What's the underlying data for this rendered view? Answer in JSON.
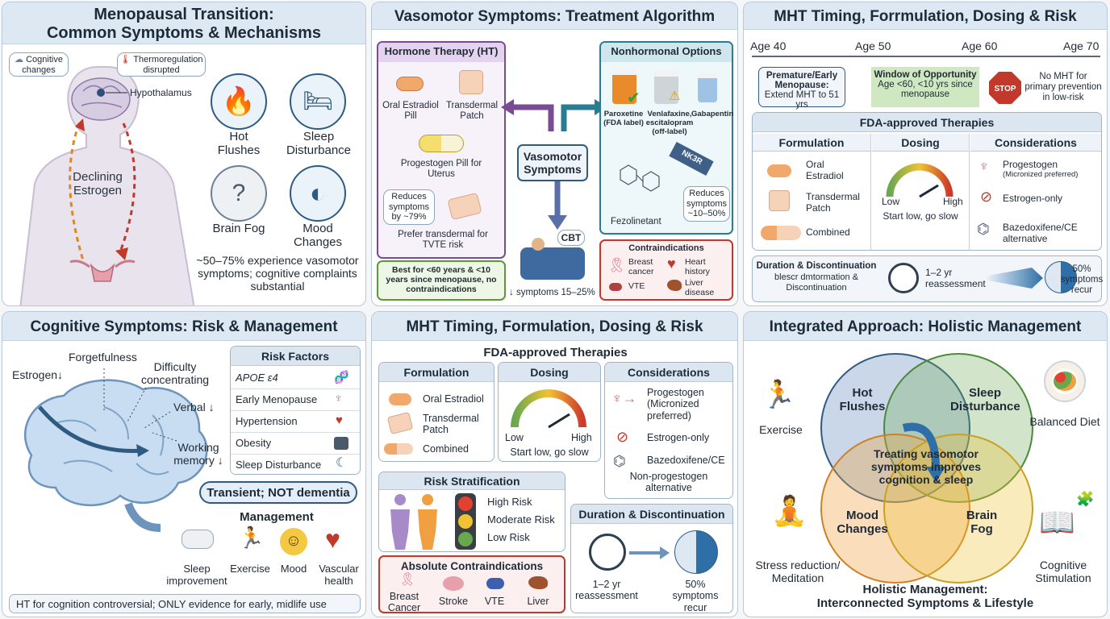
{
  "p1": {
    "title_l1": "Menopausal Transition:",
    "title_l2": "Common Symptoms & Mechanisms",
    "cog_bubble": "Cognitive changes",
    "thermo_bubble": "Thermoregulation disrupted",
    "hypothalamus": "Hypothalamus",
    "declining": "Declining Estrogen",
    "hot": "Hot Flushes",
    "sleep": "Sleep Disturbance",
    "fog": "Brain Fog",
    "mood": "Mood Changes",
    "note": "~50–75% experience vasomotor symptoms; cognitive complaints substantial"
  },
  "p2": {
    "title": "Vasomotor Symptoms: Treatment Algorithm",
    "ht_title": "Hormone Therapy (HT)",
    "oral": "Oral Estradiol Pill",
    "patch": "Transdermal Patch",
    "prog": "Progestogen Pill for Uterus",
    "reduces79": "Reduces symptoms by ~79%",
    "prefer": "Prefer transdermal for TVTE risk",
    "best": "Best for <60 years & <10 years since menopause, no contraindications",
    "center": "Vasomotor Symptoms",
    "cbt": "CBT",
    "cbt_note": "↓ symptoms 15–25%",
    "nh_title": "Nonhormonal Options",
    "parox": "Paroxetine (FDA label)",
    "venla": "Venlafaxine, escitalopram (off-label)",
    "gaba": "Gabapentin",
    "fezo": "Fezolinetant",
    "nk3": "NK3R",
    "reduces1050": "Reduces symptoms ~10–50%",
    "contra_title": "Contraindications",
    "breast": "Breast cancer",
    "heart": "Heart history",
    "vte": "VTE",
    "liver": "Liver disease"
  },
  "p3": {
    "title": "MHT Timing, Forrmulation, Dosing & Risk",
    "ages": [
      "Age 40",
      "Age 50",
      "Age 60",
      "Age 70"
    ],
    "premature": "Premature/Early Menopause:",
    "premature2": "Extend MHT to 51 yrs",
    "window": "Window of Opportunity",
    "window2": "Age <60, <10 yrs since menopause",
    "stop": "STOP",
    "nomht": "No MHT for primary prevention in low-risk",
    "fda": "FDA-approved Therapies",
    "col_form": "Formulation",
    "col_dose": "Dosing",
    "col_cons": "Considerations",
    "oral": "Oral Estradiol",
    "trans": "Transdermal Patch",
    "combined": "Combined",
    "low": "Low",
    "high": "High",
    "start": "Start low, go slow",
    "prog": "Progestogen",
    "micron": "(Micronized preferred)",
    "estr": "Estrogen-only",
    "baze": "Bazedoxifene/CE alternative",
    "dur_title": "Duration & Discontinuation",
    "dur_sub": "blescr dmtormation & Discontinuation",
    "reassess": "1–2 yr reassessment",
    "pct": "50% symptoms recur"
  },
  "p4": {
    "title": "Cognitive Symptoms: Risk & Management",
    "estrogen": "Estrogen↓",
    "forget": "Forgetfulness",
    "difficulty": "Difficulty concentrating",
    "verbal": "Verbal ↓",
    "working": "Working memory ↓",
    "risk_title": "Risk Factors",
    "apoe": "APOE ε4",
    "early": "Early Menopause",
    "htn": "Hypertension",
    "obesity": "Obesity",
    "sleepd": "Sleep Disturbance",
    "transient": "Transient; NOT dementia",
    "mgmt": "Management",
    "m1": "Sleep improvement",
    "m2": "Exercise",
    "m3": "Mood",
    "m4": "Vascular health",
    "footer": "HT for cognition controversial; ONLY evidence for early, midlife use"
  },
  "p5": {
    "title": "MHT Timing, Formulation, Dosing & Risk",
    "fda": "FDA-approved Therapies",
    "col_form": "Formulation",
    "col_dose": "Dosing",
    "col_cons": "Considerations",
    "oral": "Oral Estradiol",
    "trans": "Transdermal Patch",
    "combined": "Combined",
    "low": "Low",
    "high": "High",
    "start": "Start low, go slow",
    "prog": "Progestogen (Micronized preferred)",
    "estr": "Estrogen-only",
    "baze": "Bazedoxifene/CE",
    "nonprog": "Non-progestogen alternative",
    "risk_title": "Risk Stratification",
    "high_risk": "High Risk",
    "mod_risk": "Moderate Risk",
    "low_risk": "Low Risk",
    "abs_title": "Absolute Contraindications",
    "a1": "Breast Cancer",
    "a2": "Stroke",
    "a3": "VTE",
    "a4": "Liver",
    "dur_title": "Duration & Discontinuation",
    "reassess": "1–2 yr reassessment",
    "pct": "50% symptoms recur"
  },
  "p6": {
    "title": "Integrated Approach: Holistic Management",
    "hot": "Hot Flushes",
    "sleep": "Sleep Disturbance",
    "mood": "Mood Changes",
    "fog": "Brain Fog",
    "center": "Treating vasomotor symptoms improves cognition & sleep",
    "exercise": "Exercise",
    "diet": "Balanced Diet",
    "stress": "Stress reduction/ Meditation",
    "cog": "Cognitive Stimulation",
    "footer1": "Holistic Management:",
    "footer2": "Interconnected Symptoms & Lifestyle"
  },
  "colors": {
    "accent": "#2f5b82",
    "ht": "#7a4a93",
    "nonhormonal": "#2a7c92",
    "green": "#5a9a3a",
    "contra": "#c0392b"
  }
}
